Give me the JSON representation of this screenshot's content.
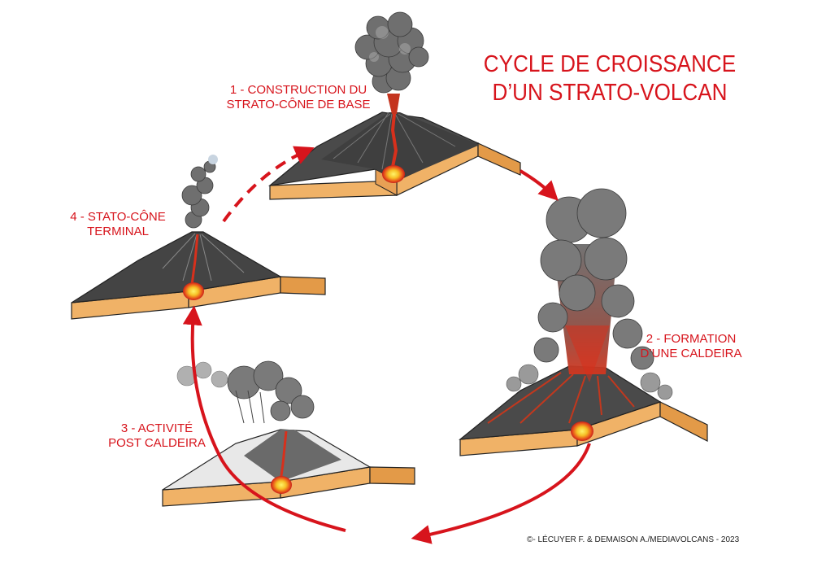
{
  "title": {
    "line1": "CYCLE DE CROISSANCE",
    "line2": "D’UN STRATO-VOLCAN"
  },
  "stages": [
    {
      "line1": "1 - CONSTRUCTION DU",
      "line2": "STRATO-CÔNE DE BASE"
    },
    {
      "line1": "2 - FORMATION",
      "line2": "D’UNE CALDEIRA"
    },
    {
      "line1": "3 - ACTIVITÉ",
      "line2": "POST CALDEIRA"
    },
    {
      "line1": "4 - STATO-CÔNE",
      "line2": "TERMINAL"
    }
  ],
  "credit": "©- LÉCUYER F. & DEMAISON A./MEDIAVOLCANS - 2023",
  "colors": {
    "accent_red": "#d7141c",
    "sediment": "#f0b267",
    "rock": "#3d3d3d",
    "ash": "#8a8a8a",
    "magma": "#f6c026"
  }
}
